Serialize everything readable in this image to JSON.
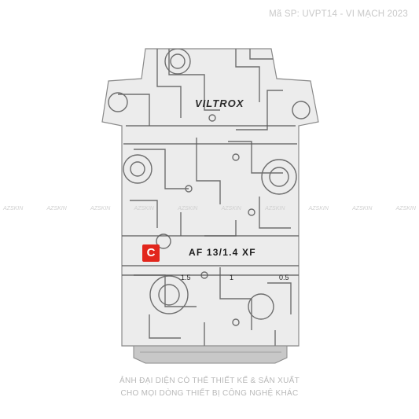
{
  "product_code": "Mã SP: UVPT14 - VI MẠCH 2023",
  "watermark_text": "AZSKIN",
  "brand_logo": "VILTROX",
  "lens_label": "AF 13/1.4 XF",
  "badge": "C",
  "caption": {
    "line1": "ẢNH ĐẠI DIỆN CÓ THỂ THIẾT KẾ & SẢN XUẤT",
    "line2": "CHO MỌI DÒNG THIẾT BỊ CÔNG NGHỆ KHÁC"
  },
  "colors": {
    "skin": "#ececec",
    "trace": "#6e6e6e",
    "badge": "#e2261c",
    "mount": "#c8c8c8"
  }
}
